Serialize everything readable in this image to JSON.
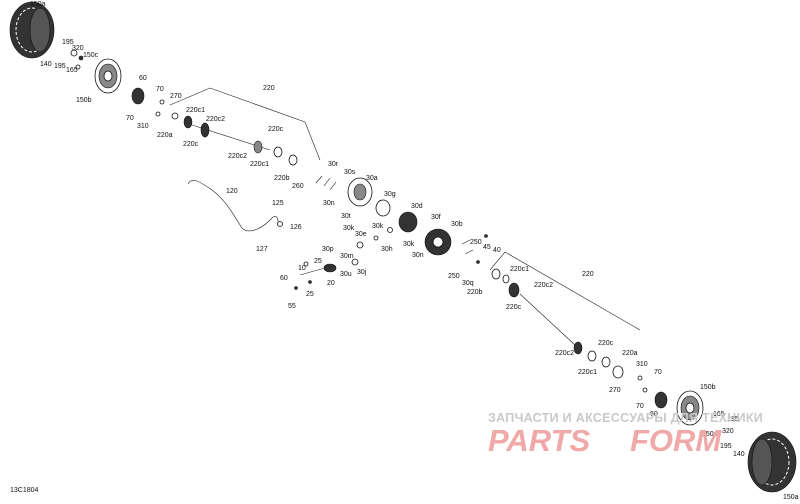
{
  "diagram": {
    "document_code": "13C1804",
    "labels": [
      {
        "text": "150a"
      },
      {
        "text": "195"
      },
      {
        "text": "320"
      },
      {
        "text": "150c"
      },
      {
        "text": "140"
      },
      {
        "text": "195"
      },
      {
        "text": "165"
      },
      {
        "text": "150b"
      },
      {
        "text": "60"
      },
      {
        "text": "70"
      },
      {
        "text": "270"
      },
      {
        "text": "70"
      },
      {
        "text": "310"
      },
      {
        "text": "220"
      },
      {
        "text": "220c1"
      },
      {
        "text": "220c2"
      },
      {
        "text": "220a"
      },
      {
        "text": "220c"
      },
      {
        "text": "220c"
      },
      {
        "text": "220c2"
      },
      {
        "text": "220c1"
      },
      {
        "text": "220b"
      },
      {
        "text": "260"
      },
      {
        "text": "30r"
      },
      {
        "text": "30s"
      },
      {
        "text": "30a"
      },
      {
        "text": "30n"
      },
      {
        "text": "30g"
      },
      {
        "text": "30t"
      },
      {
        "text": "30d"
      },
      {
        "text": "30f"
      },
      {
        "text": "30k"
      },
      {
        "text": "30k"
      },
      {
        "text": "30b"
      },
      {
        "text": "30e"
      },
      {
        "text": "30k"
      },
      {
        "text": "30h"
      },
      {
        "text": "30n"
      },
      {
        "text": "120"
      },
      {
        "text": "125"
      },
      {
        "text": "126"
      },
      {
        "text": "127"
      },
      {
        "text": "30p"
      },
      {
        "text": "30u"
      },
      {
        "text": "30m"
      },
      {
        "text": "30j"
      },
      {
        "text": "25"
      },
      {
        "text": "10"
      },
      {
        "text": "20"
      },
      {
        "text": "60"
      },
      {
        "text": "25"
      },
      {
        "text": "55"
      },
      {
        "text": "250"
      },
      {
        "text": "45"
      },
      {
        "text": "40"
      },
      {
        "text": "250"
      },
      {
        "text": "30q"
      },
      {
        "text": "220b"
      },
      {
        "text": "220c1"
      },
      {
        "text": "220c2"
      },
      {
        "text": "220"
      },
      {
        "text": "220c"
      },
      {
        "text": "220c"
      },
      {
        "text": "220a"
      },
      {
        "text": "220c2"
      },
      {
        "text": "220c1"
      },
      {
        "text": "310"
      },
      {
        "text": "270"
      },
      {
        "text": "70"
      },
      {
        "text": "70"
      },
      {
        "text": "60"
      },
      {
        "text": "150b"
      },
      {
        "text": "165"
      },
      {
        "text": "195"
      },
      {
        "text": "150c"
      },
      {
        "text": "320"
      },
      {
        "text": "195"
      },
      {
        "text": "140"
      },
      {
        "text": "150a"
      }
    ]
  },
  "watermark": {
    "line1": "ЗАПЧАСТИ И АКСЕССУАРЫ ДЛЯ ТЕХНИКИ",
    "logo_left": "PARTS",
    "logo_right": "FORM"
  }
}
